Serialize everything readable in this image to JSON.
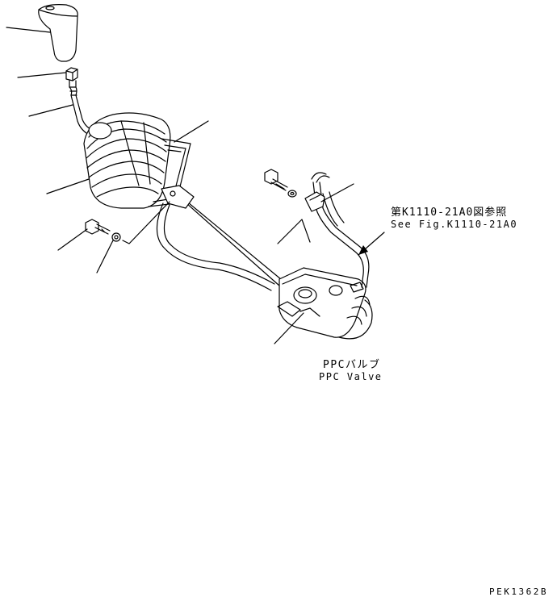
{
  "labels": {
    "reference_jp": "第K1110-21A0図参照",
    "reference_en": "See Fig.K1110-21A0",
    "ppc_valve_jp": "PPCバルブ",
    "ppc_valve_en": "PPC Valve",
    "drawing_code": "PEK1362B"
  }
}
